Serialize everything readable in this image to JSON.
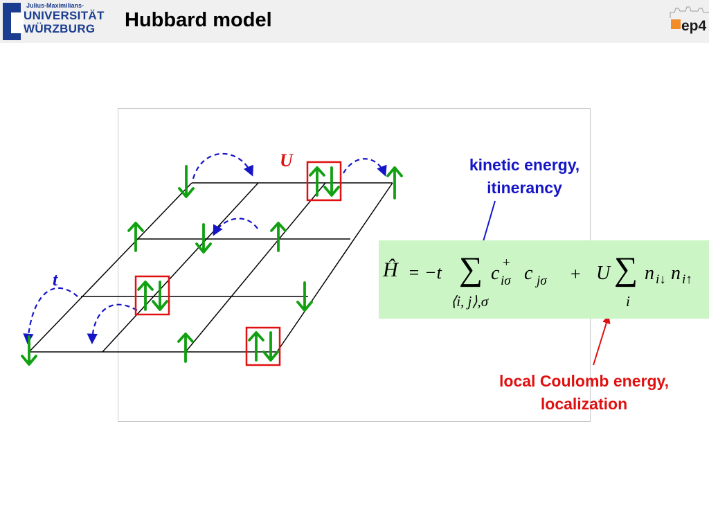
{
  "header": {
    "university_small": "Julius-Maximilians-",
    "university_line1": "UNIVERSITÄT",
    "university_line2": "WÜRZBURG",
    "title": "Hubbard model",
    "group_logo": "ep4"
  },
  "diagram": {
    "label_U": "U",
    "label_t": "t",
    "spin_up_glyph": "↑",
    "spin_down_glyph": "↓"
  },
  "formula": {
    "H": "Ĥ",
    "eq": "= −t",
    "sum": "∑",
    "c1": "c",
    "c1_sup": "+",
    "c1_sub": "iσ",
    "c2": "c",
    "c2_sub": "jσ",
    "sum1_below": "⟨i, j⟩,σ",
    "plus": "+",
    "U": "U",
    "n1": "n",
    "n1_sub": "i↓",
    "n2": "n",
    "n2_sub": "i↑",
    "sum2_below": "i"
  },
  "annotations": {
    "kinetic_line1": "kinetic energy,",
    "kinetic_line2": "itinerancy",
    "coulomb_line1": "local Coulomb energy,",
    "coulomb_line2": "localization"
  },
  "colors": {
    "spin_arrow": "#10a010",
    "hop_arrow": "#1515c8",
    "double_occupancy_box": "#e01010",
    "formula_background": "#ccf5c6",
    "kinetic_text": "#1515c8",
    "coulomb_text": "#e01010"
  }
}
